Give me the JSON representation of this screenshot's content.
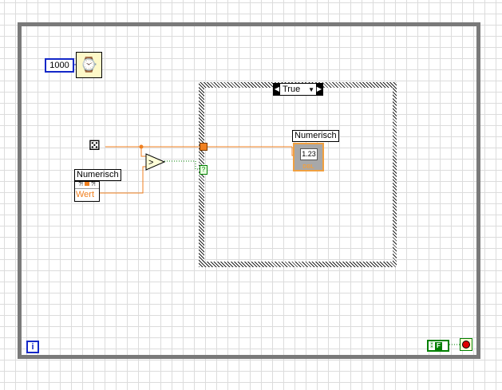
{
  "wait": {
    "constant": "1000"
  },
  "case": {
    "selector": "True"
  },
  "control": {
    "label": "Numerisch",
    "value_label": "Wert"
  },
  "indicator": {
    "label": "Numerisch",
    "value": "1.23",
    "type": "DBL"
  },
  "comparison": {
    "symbol": ">"
  },
  "stop": {
    "constant": "F"
  },
  "iteration": {
    "symbol": "i"
  },
  "tunnel": {
    "symbol": "?"
  },
  "colors": {
    "wire_numeric": "#f08020",
    "wire_bool": "#008000",
    "loop_border": "#7a7a7a"
  }
}
